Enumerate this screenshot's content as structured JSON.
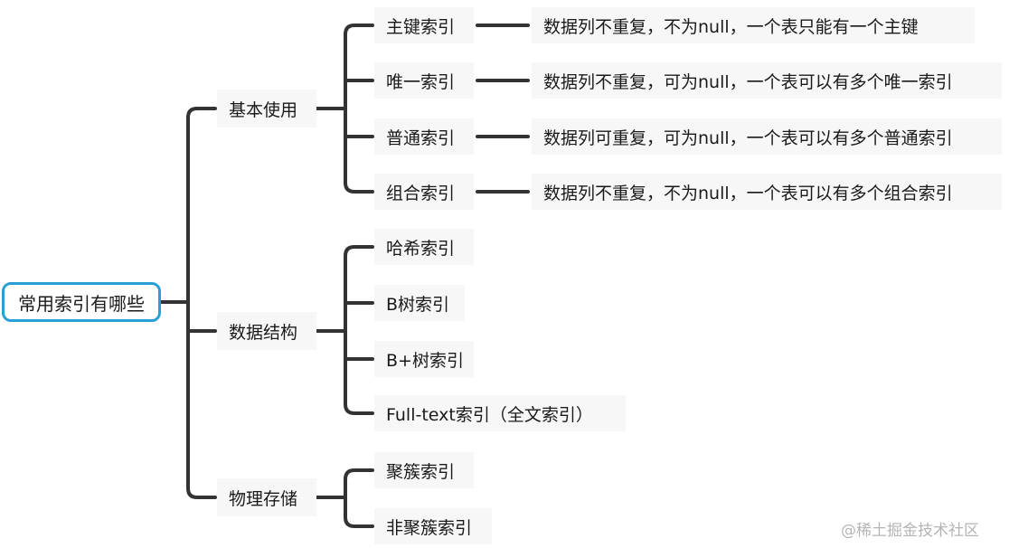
{
  "root": {
    "label": "常用索引有哪些"
  },
  "branches": [
    {
      "label": "基本使用",
      "children": [
        {
          "label": "主键索引",
          "note": "数据列不重复，不为null，一个表只能有一个主键"
        },
        {
          "label": "唯一索引",
          "note": "数据列不重复，可为null，一个表可以有多个唯一索引"
        },
        {
          "label": "普通索引",
          "note": "数据列可重复，可为null，一个表可以有多个普通索引"
        },
        {
          "label": "组合索引",
          "note": "数据列不重复，不为null，一个表可以有多个组合索引"
        }
      ]
    },
    {
      "label": "数据结构",
      "children": [
        {
          "label": "哈希索引"
        },
        {
          "label": "B树索引"
        },
        {
          "label": "B+树索引"
        },
        {
          "label": "Full-text索引（全文索引）"
        }
      ]
    },
    {
      "label": "物理存储",
      "children": [
        {
          "label": "聚簇索引"
        },
        {
          "label": "非聚簇索引"
        }
      ]
    }
  ],
  "watermark": "@稀土掘金技术社区",
  "colors": {
    "line": "#333333",
    "root_border": "#2a9fd6",
    "node_bg": "#f7f7f7"
  }
}
